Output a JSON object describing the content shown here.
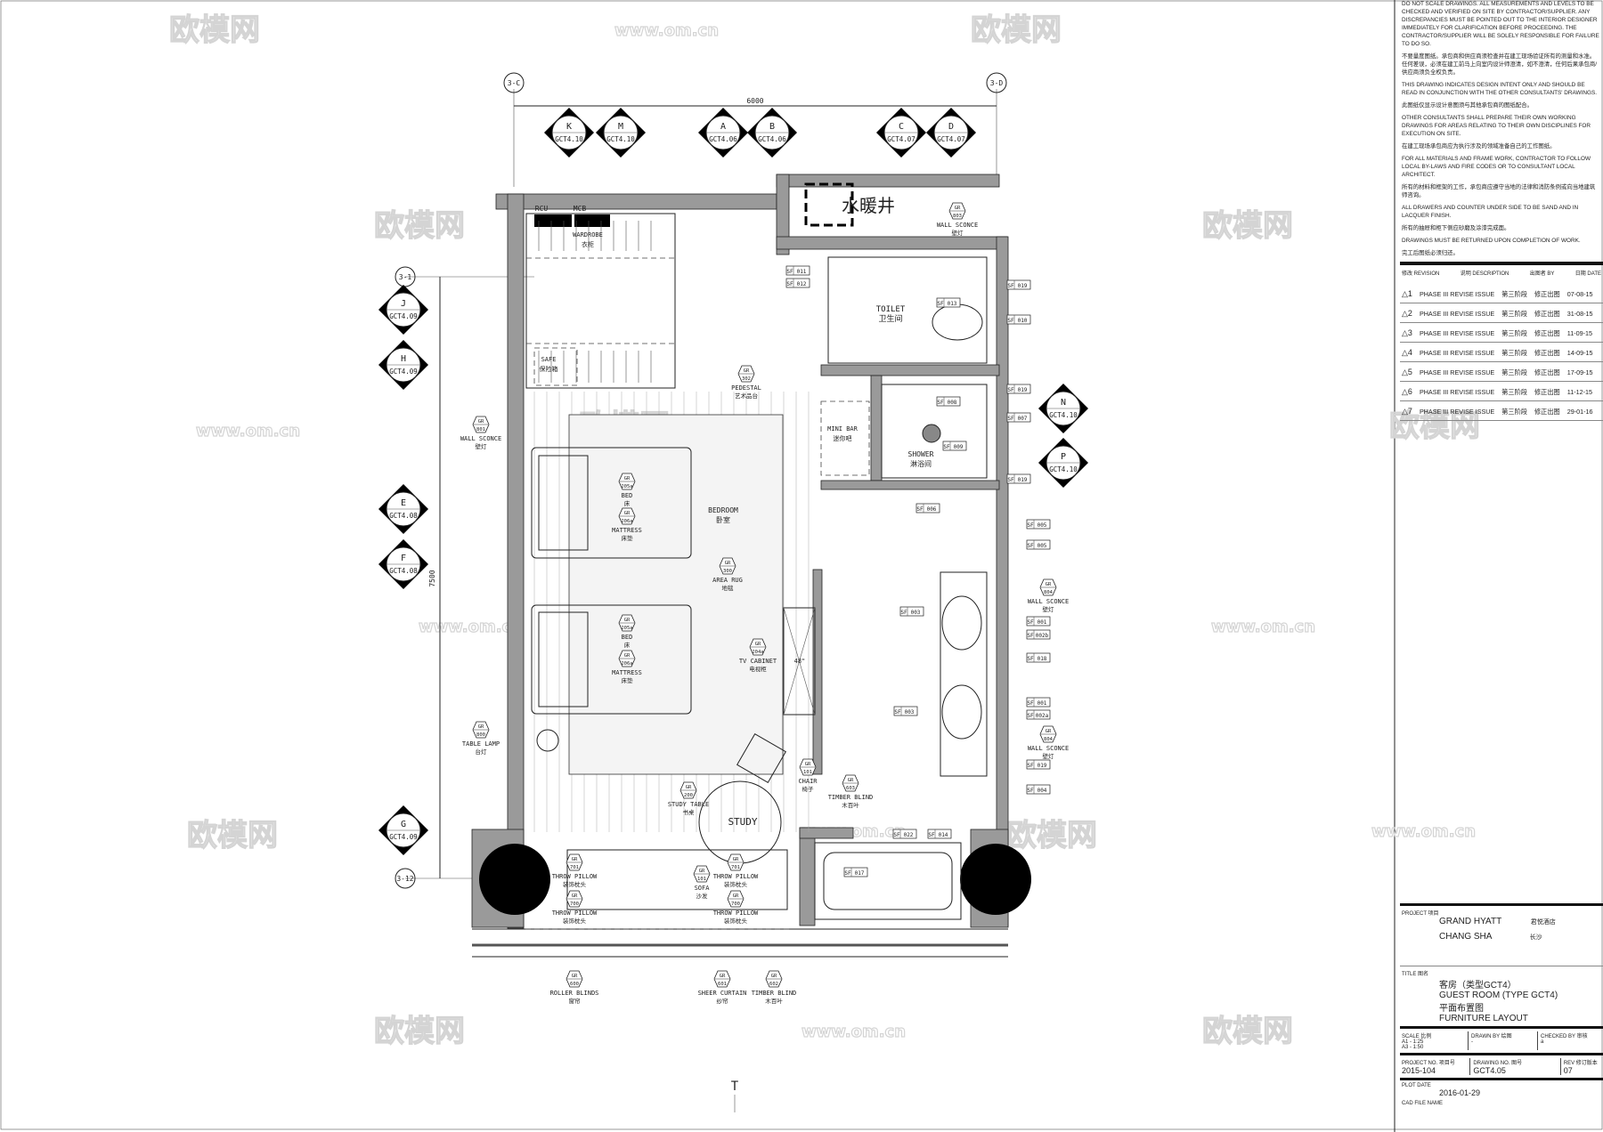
{
  "drawing": {
    "grid": {
      "top_left": "3-C",
      "top_right": "3-D",
      "side_top": "3-1",
      "side_bottom": "3-12",
      "dim_horizontal": "6000",
      "dim_vertical": "7500"
    },
    "section_markers": [
      {
        "letter": "K",
        "sheet": "GCT4.10"
      },
      {
        "letter": "M",
        "sheet": "GCT4.10"
      },
      {
        "letter": "A",
        "sheet": "GCT4.06"
      },
      {
        "letter": "B",
        "sheet": "GCT4.06"
      },
      {
        "letter": "C",
        "sheet": "GCT4.07"
      },
      {
        "letter": "D",
        "sheet": "GCT4.07"
      },
      {
        "letter": "J",
        "sheet": "GCT4.09"
      },
      {
        "letter": "H",
        "sheet": "GCT4.09"
      },
      {
        "letter": "E",
        "sheet": "GCT4.08"
      },
      {
        "letter": "F",
        "sheet": "GCT4.08"
      },
      {
        "letter": "G",
        "sheet": "GCT4.09"
      },
      {
        "letter": "N",
        "sheet": "GCT4.10"
      },
      {
        "letter": "P",
        "sheet": "GCT4.10"
      }
    ],
    "rooms": [
      {
        "en": "BEDROOM",
        "cn": "卧室"
      },
      {
        "en": "TOILET",
        "cn": "卫生间"
      },
      {
        "en": "SHOWER",
        "cn": "淋浴间"
      },
      {
        "en": "MINI BAR",
        "cn": "迷你吧"
      },
      {
        "en": "STUDY",
        "cn": ""
      },
      {
        "en": "SAFE",
        "cn": "保险箱"
      },
      {
        "en": "WARDROBE",
        "cn": "衣柜"
      },
      {
        "en": "RCU",
        "cn": ""
      },
      {
        "en": "MCB",
        "cn": ""
      },
      {
        "en": "",
        "cn": "水暖井"
      }
    ],
    "callouts": [
      {
        "code": "801",
        "en": "WALL SCONCE",
        "cn": "壁灯"
      },
      {
        "code": "800",
        "en": "TABLE LAMP",
        "cn": "台灯"
      },
      {
        "code": "205a",
        "en": "BED",
        "cn": "床"
      },
      {
        "code": "206a",
        "en": "MATTRESS",
        "cn": "床垫"
      },
      {
        "code": "205a",
        "en": "BED",
        "cn": "床"
      },
      {
        "code": "206a",
        "en": "MATTRESS",
        "cn": "床垫"
      },
      {
        "code": "300",
        "en": "AREA RUG",
        "cn": "地毯"
      },
      {
        "code": "204a",
        "en": "TV CABINET",
        "cn": "电视柜"
      },
      {
        "code": "101",
        "en": "CHAIR",
        "cn": "椅子"
      },
      {
        "code": "200",
        "en": "STUDY TABLE",
        "cn": "书桌"
      },
      {
        "code": "701",
        "en": "THROW PILLOW",
        "cn": "装饰枕头"
      },
      {
        "code": "701",
        "en": "THROW PILLOW",
        "cn": "装饰枕头"
      },
      {
        "code": "700",
        "en": "THROW PILLOW",
        "cn": "装饰枕头"
      },
      {
        "code": "700",
        "en": "THROW PILLOW",
        "cn": "装饰枕头"
      },
      {
        "code": "101",
        "en": "SOFA",
        "cn": "沙发"
      },
      {
        "code": "600",
        "en": "ROLLER BLINDS",
        "cn": "窗帘"
      },
      {
        "code": "601",
        "en": "SHEER CURTAIN",
        "cn": "纱帘"
      },
      {
        "code": "602",
        "en": "TIMBER BLIND",
        "cn": "木百叶"
      },
      {
        "code": "603",
        "en": "TIMBER BLIND",
        "cn": "木百叶"
      },
      {
        "code": "302",
        "en": "PEDESTAL",
        "cn": "艺术品台"
      },
      {
        "code": "803",
        "en": "WALL SCONCE",
        "cn": "壁灯"
      },
      {
        "code": "804",
        "en": "WALL SCONCE",
        "cn": "壁灯"
      },
      {
        "code": "804",
        "en": "WALL SCONCE",
        "cn": "壁灯"
      }
    ],
    "callout_prefix": "GR",
    "sf_prefix": "SF",
    "sf_tags": [
      "011",
      "012",
      "019",
      "013",
      "010",
      "019",
      "008",
      "007",
      "009",
      "019",
      "006",
      "005",
      "005",
      "003",
      "001",
      "002b",
      "018",
      "001",
      "003",
      "002a",
      "019",
      "004",
      "022",
      "014",
      "017"
    ],
    "tv_size": "48\"",
    "footer_mark": "T",
    "watermark": [
      "欧模网",
      "www.om.cn"
    ]
  },
  "panel": {
    "notes": [
      "DO NOT SCALE DRAWINGS. ALL MEASUREMENTS AND LEVELS TO BE CHECKED AND VERIFIED ON SITE BY CONTRACTOR/SUPPLIER. ANY DISCREPANCIES MUST BE POINTED OUT TO THE INTERIOR DESIGNER IMMEDIATELY FOR CLARIFICATION BEFORE PROCEEDING. THE CONTRACTOR/SUPPLIER WILL BE SOLELY RESPONSIBLE FOR FAILURE TO DO SO.",
      "不要量度图纸。承包商和供应商须检查并在建工现场验证所有的测量和水准。任何差误，必须在建工前马上向室内设计师澄清，如不澄清，任何后果承包商/供应商须负全权负责。",
      "THIS DRAWING INDICATES DESIGN INTENT ONLY AND SHOULD BE READ IN CONJUNCTION WITH THE OTHER CONSULTANTS' DRAWINGS.",
      "此图纸仅显示设计意图须与其他承包商的图纸配合。",
      "OTHER CONSULTANTS SHALL PREPARE THEIR OWN WORKING DRAWINGS FOR AREAS RELATING TO THEIR OWN DISCIPLINES FOR EXECUTION ON SITE.",
      "在建工现场承包商应为执行涉及的领域准备自己的工作图纸。",
      "FOR ALL MATERIALS AND FRAME WORK, CONTRACTOR TO FOLLOW LOCAL BY-LAWS AND FIRE CODES OR TO CONSULTANT LOCAL ARCHITECT.",
      "所有的材料和框架的工作，承包商应遵守当地的法律和消防条例或向当地建筑师咨询。",
      "ALL DRAWERS AND COUNTER UNDER SIDE TO BE SAND AND IN LACQUER FINISH.",
      "所有的抽屉和柜下侧应砂磨及涂漆完成面。",
      "DRAWINGS MUST BE RETURNED UPON COMPLETION OF WORK.",
      "完工后图纸必须归还。"
    ],
    "revision_header": {
      "no": "修改 REVISION",
      "desc": "说明 DESCRIPTION",
      "by": "出图者 BY",
      "date": "日期 DATE"
    },
    "revisions": [
      {
        "no": "1",
        "desc": "PHASE III REVISE ISSUE",
        "cn1": "第三阶段",
        "cn2": "修正出图",
        "date": "07-08-15"
      },
      {
        "no": "2",
        "desc": "PHASE III REVISE ISSUE",
        "cn1": "第三阶段",
        "cn2": "修正出图",
        "date": "31-08-15"
      },
      {
        "no": "3",
        "desc": "PHASE III REVISE ISSUE",
        "cn1": "第三阶段",
        "cn2": "修正出图",
        "date": "11-09-15"
      },
      {
        "no": "4",
        "desc": "PHASE III REVISE ISSUE",
        "cn1": "第三阶段",
        "cn2": "修正出图",
        "date": "14-09-15"
      },
      {
        "no": "5",
        "desc": "PHASE III REVISE ISSUE",
        "cn1": "第三阶段",
        "cn2": "修正出图",
        "date": "17-09-15"
      },
      {
        "no": "6",
        "desc": "PHASE III REVISE ISSUE",
        "cn1": "第三阶段",
        "cn2": "修正出图",
        "date": "11-12-15"
      },
      {
        "no": "7",
        "desc": "PHASE III REVISE ISSUE",
        "cn1": "第三阶段",
        "cn2": "修正出图",
        "date": "29-01-16"
      }
    ],
    "project_label": "PROJECT 项目",
    "project_line1": "GRAND HYATT",
    "project_line1_cn": "君悦酒店",
    "project_line2": "CHANG SHA",
    "project_line2_cn": "长沙",
    "title_label": "TITLE 图名",
    "title_lines": [
      "客房（类型GCT4）",
      "GUEST ROOM (TYPE GCT4)",
      "平面布置图",
      "FURNITURE LAYOUT"
    ],
    "scale_label": "SCALE 比例",
    "scale_a1": "A1 - 1:25",
    "scale_a3": "A3 - 1:50",
    "drawn_label": "DRAWN BY 绘图",
    "drawn_value": "-",
    "checked_label": "CHECKED BY 审核",
    "checked_value": "a",
    "job_label": "PROJECT NO. 项目号",
    "job_value": "2015-104",
    "drawing_label": "DRAWING NO. 图号",
    "drawing_value": "GCT4.05",
    "rev_label": "REV 修订版本",
    "rev_value": "07",
    "plot_label": "PLOT DATE",
    "plot_value": "2016-01-29",
    "cad_label": "CAD FILE NAME"
  }
}
